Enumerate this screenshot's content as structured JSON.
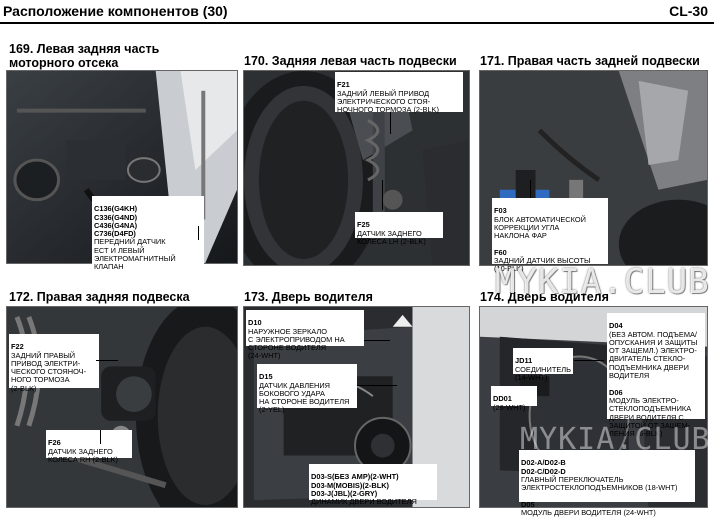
{
  "header": {
    "title": "Расположение компонентов (30)",
    "code": "CL-30"
  },
  "panels": [
    {
      "title": "169. Левая задняя часть\nмоторного отсека",
      "callouts": [
        {
          "code": "C136(G4KH)\nC336(G4ND)\nC436(G4NA)\nC736(D4FD)",
          "text": "ПЕРЕДНИЙ ДАТЧИК\nЕСТ И ЛЕВЫЙ\nЭЛЕКТРОМАГНИТНЫЙ\nКЛАПАН"
        }
      ]
    },
    {
      "title": "170. Задняя левая часть подвески",
      "callouts": [
        {
          "code": "F21",
          "text": "ЗАДНИЙ ЛЕВЫЙ ПРИВОД\nЭЛЕКТРИЧЕСКОГО СТОЯ-\nНОЧНОГО ТОРМОЗА (2-BLK)"
        },
        {
          "code": "F25",
          "text": "ДАТЧИК ЗАДНЕГО\nКОЛЕСА LH (2-BLK)"
        }
      ]
    },
    {
      "title": "171. Правая часть задней подвески",
      "callouts": [
        {
          "code": "F03",
          "text": "БЛОК АВТОМАТИЧЕСКОЙ\nКОРРЕКЦИИ УГЛА\nНАКЛОНА ФАР"
        },
        {
          "code": "F60",
          "text": "ЗАДНИЙ ДАТЧИК ВЫСОТЫ\n(10-BLK)"
        }
      ]
    },
    {
      "title": "172. Правая задняя подвеска",
      "callouts": [
        {
          "code": "F22",
          "text": "ЗАДНИЙ ПРАВЫЙ\nПРИВОД ЭЛЕКТРИ-\nЧЕСКОГО СТОЯНОЧ-\nНОГО ТОРМОЗА\n(2-BLK)"
        },
        {
          "code": "F26",
          "text": "ДАТЧИК ЗАДНЕГО\nКОЛЕСА RH (2-BLK)"
        }
      ]
    },
    {
      "title": "173. Дверь водителя",
      "callouts": [
        {
          "code": "D10",
          "text": "НАРУЖНОЕ ЗЕРКАЛО\nС ЭЛЕКТРОПРИВОДОМ НА\nСТОРОНЕ ВОДИТЕЛЯ\n(24-WHT)"
        },
        {
          "code": "D15",
          "text": "ДАТЧИК ДАВЛЕНИЯ\nБОКОВОГО УДАРА\nНА СТОРОНЕ ВОДИТЕЛЯ\n(2-YEL)"
        },
        {
          "code": "D03-S(БЕЗ AMP)(2-WHT)\nD03-M(MOBIS)(2-BLK)\nD03-J(JBL)(2-GRY)",
          "text": "ДИНАМИК ДВЕРИ ВОДИТЕЛЯ"
        }
      ]
    },
    {
      "title": "174. Дверь водителя",
      "callouts": [
        {
          "code": "D04",
          "text": "(БЕЗ АВТОМ. ПОДЪЕМА/\nОПУСКАНИЯ И ЗАЩИТЫ\nОТ ЗАЩЕМЛ.) ЭЛЕКТРО-\nДВИГАТЕЛЬ СТЕКЛО-\nПОДЪЕМНИКА ДВЕРИ\nВОДИТЕЛЯ"
        },
        {
          "code": "D06",
          "text": "МОДУЛЬ ЭЛЕКТРО-\nСТЕКЛОПОДЪЕМНИКА\nДВЕРИ ВОДИТЕЛЯ С\nЗАЩИТОЙ ОТ ЗАЩЕМ-\nЛЕНИЯ (6-BLK)"
        },
        {
          "code": "JD11",
          "text": "СОЕДИНИТЕЛЬ\n(14-WHT)"
        },
        {
          "code": "DD01",
          "text": "(26-WHT)"
        },
        {
          "code": "D02-A/D02-B\nD02-C/D02-D",
          "text": "ГЛАВНЫЙ ПЕРЕКЛЮЧАТЕЛЬ\nЭЛЕКТРОСТЕКЛОПОДЪЕМНИКОВ (18-WHT)"
        },
        {
          "code": "D05",
          "text": "МОДУЛЬ ДВЕРИ ВОДИТЕЛЯ (24-WHT)"
        }
      ]
    }
  ],
  "watermarks": [
    "MYKIA.CLUB",
    "MYKIA.CLUB"
  ]
}
